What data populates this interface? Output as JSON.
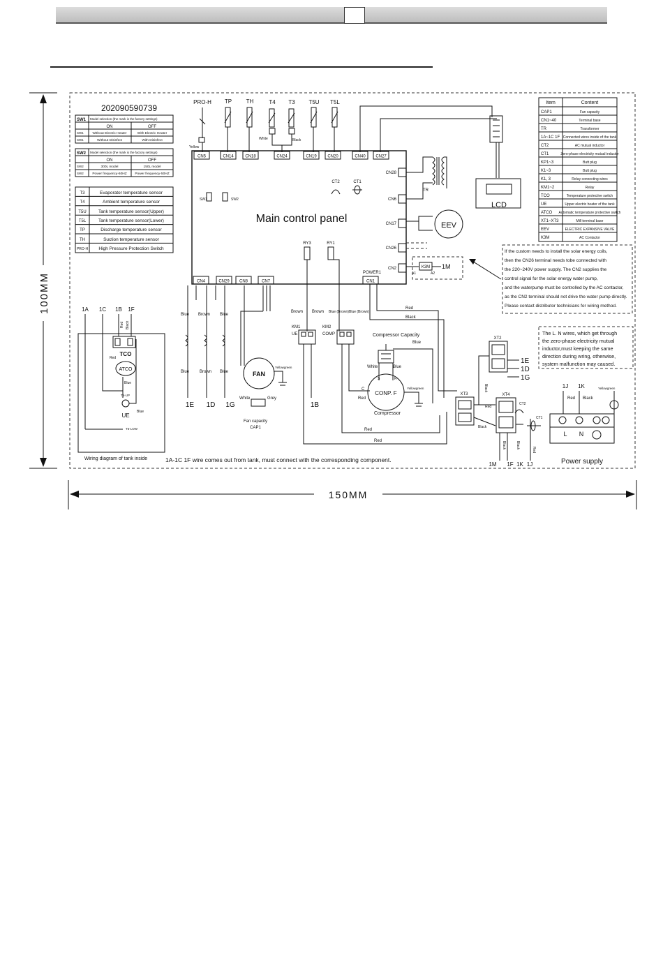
{
  "dimensions": {
    "height_label": "100MM",
    "width_label": "150MM"
  },
  "serial": "202090590739",
  "sw1": {
    "name": "SW1",
    "title": "Model selection (the mark is the factory settings)",
    "headers": [
      "ON",
      "OFF"
    ],
    "rows": [
      {
        "sw": "SW1",
        "on": "Without Electric Heater",
        "off": "With Electric Heater"
      },
      {
        "sw": "SW1",
        "on": "Without Disinfect",
        "off": "With Disinfect"
      }
    ]
  },
  "sw2": {
    "name": "SW2",
    "title": "Model selection (the mark is the factory settings)",
    "headers": [
      "ON",
      "OFF"
    ],
    "rows": [
      {
        "sw": "SW2",
        "on": "300L model",
        "off": "150L model"
      },
      {
        "sw": "SW2",
        "on": "Power frequency-60HZ",
        "off": "Power frequency-50HZ"
      }
    ]
  },
  "sensors": [
    {
      "code": "T3",
      "desc": "Evaporator temperature sensor"
    },
    {
      "code": "T4",
      "desc": "Ambient temperature sensor"
    },
    {
      "code": "T5U",
      "desc": "Tank temperature sensor(Upper)"
    },
    {
      "code": "T5L",
      "desc": "Tank temperature sensor(Lower)"
    },
    {
      "code": "TP",
      "desc": "Discharge temperature sensor"
    },
    {
      "code": "TH",
      "desc": "Suction temperature sensor"
    },
    {
      "code": "PRO-H",
      "desc": "High Pressure Protection Switch"
    }
  ],
  "legend": {
    "headers": [
      "Item",
      "Content"
    ],
    "rows": [
      {
        "item": "CAP1",
        "content": "Fan capacity"
      },
      {
        "item": "CN1~40",
        "content": "Terminal base"
      },
      {
        "item": "TR",
        "content": "Transformer"
      },
      {
        "item": "1A~1C 1F",
        "content": "Connected wires inside of the tank"
      },
      {
        "item": "CT2",
        "content": "AC mutual inductor"
      },
      {
        "item": "CT1",
        "content": "Zero-phase electricity mutual inductor"
      },
      {
        "item": "KP1~3",
        "content": "Butt plug"
      },
      {
        "item": "K1~3",
        "content": "Butt plug"
      },
      {
        "item": "K1, 3",
        "content": "Relay connecting wires"
      },
      {
        "item": "KM1~2",
        "content": "Relay"
      },
      {
        "item": "TCO",
        "content": "Temperature protective switch"
      },
      {
        "item": "UE",
        "content": "Upper electric heater of the tank"
      },
      {
        "item": "ATCO",
        "content": "Automatic temperature protective switch"
      },
      {
        "item": "XT1~XT3",
        "content": "Mill terminal base"
      },
      {
        "item": "EEV",
        "content": "ELECTRIC EXPANSIVE VALVE"
      },
      {
        "item": "K3M",
        "content": "AC Contactor"
      }
    ]
  },
  "top_sensors": [
    "PRO-H",
    "TP",
    "TH",
    "T4",
    "T3",
    "T5U",
    "T5L"
  ],
  "top_connectors": [
    "CN5",
    "CN14",
    "CN18",
    "CN24",
    "CN19",
    "CN20",
    "CN40",
    "CN27"
  ],
  "bottom_connectors": [
    "CN4",
    "CN29",
    "CN8",
    "CN7",
    "CN1"
  ],
  "right_connectors": [
    "CN28",
    "CN6",
    "CN17",
    "CN26",
    "CN2"
  ],
  "panel": {
    "title": "Main control panel",
    "sw1": "SW1",
    "sw2": "SW2",
    "ct2": "CT2",
    "ct1": "CT1",
    "ry3": "RY3",
    "ry1": "RY1",
    "power1": "POWER1"
  },
  "labels": {
    "tr": "TR",
    "lcd": "LCD",
    "eev": "EEV",
    "k3m": "K3M",
    "a1": "A1",
    "a2": "A2",
    "1m": "1M",
    "yellow": "Yellow",
    "white": "White",
    "black": "Black",
    "fan": "FAN",
    "fan_cap": "Fan capacity",
    "cap1": "CAP1",
    "fan_white": "White",
    "fan_grey": "Grey",
    "yellowgreen": "Yellowgreen",
    "km1": "KM1",
    "ue": "UE",
    "km2": "KM2",
    "comp": "COMP",
    "compressor_capacity": "Compressor Capacity",
    "compressor": "Compressor",
    "conp_f": "CONP. F",
    "c": "C",
    "s": "S",
    "r": "R",
    "xt1": "XT3",
    "xt2": "XT2",
    "xt4": "XT4",
    "ct2b": "CT2",
    "ct1b": "CT1",
    "red": "Red",
    "blue": "Blue",
    "brown": "Brown",
    "blue_brown": "Blue (Brown)"
  },
  "wire_ends": [
    "1E",
    "1D",
    "1G",
    "1B"
  ],
  "xt2_ends": [
    "1E",
    "1D",
    "1G"
  ],
  "bottom_ends": [
    "1M",
    "1F",
    "1K",
    "1J"
  ],
  "tank": {
    "tops": [
      "1A",
      "1C",
      "1B",
      "1F"
    ],
    "tco": "TCO",
    "atco": "ATCO",
    "ue": "UE",
    "ts_up": "T5-UP",
    "ts_low": "T5-LOW",
    "red": "Red",
    "blue": "Blue",
    "black": "Black",
    "caption": "Wiring diagram of tank inside"
  },
  "power": {
    "title": "Power supply",
    "l": "L",
    "n": "N",
    "j": "1J",
    "k": "1K",
    "red": "Red",
    "black": "Black",
    "yellowgreen": "Yellowgreen"
  },
  "note_solar": [
    "If the custom needs to install the solar energy coils,",
    "then the CN26 terminal needs tobe connected with",
    "the 220~240V power supply. The CN2 supplies the",
    "control signal for the solar energy water pump,",
    "and the waterpump must be controlled by the AC contactor,",
    "as the CN2 terminal should not drive the water pump directly.",
    "Please contact distributor technicians for wiring method."
  ],
  "note_ln": [
    "The L. N wires, which get through",
    "the zero-phase electricity mutual",
    "inductor,must keeping the same",
    "direction during wring, otherwise,",
    "system malfunction may caused."
  ],
  "footer_note": "1A-1C 1F wire comes out from tank, must connect with the corresponding component."
}
